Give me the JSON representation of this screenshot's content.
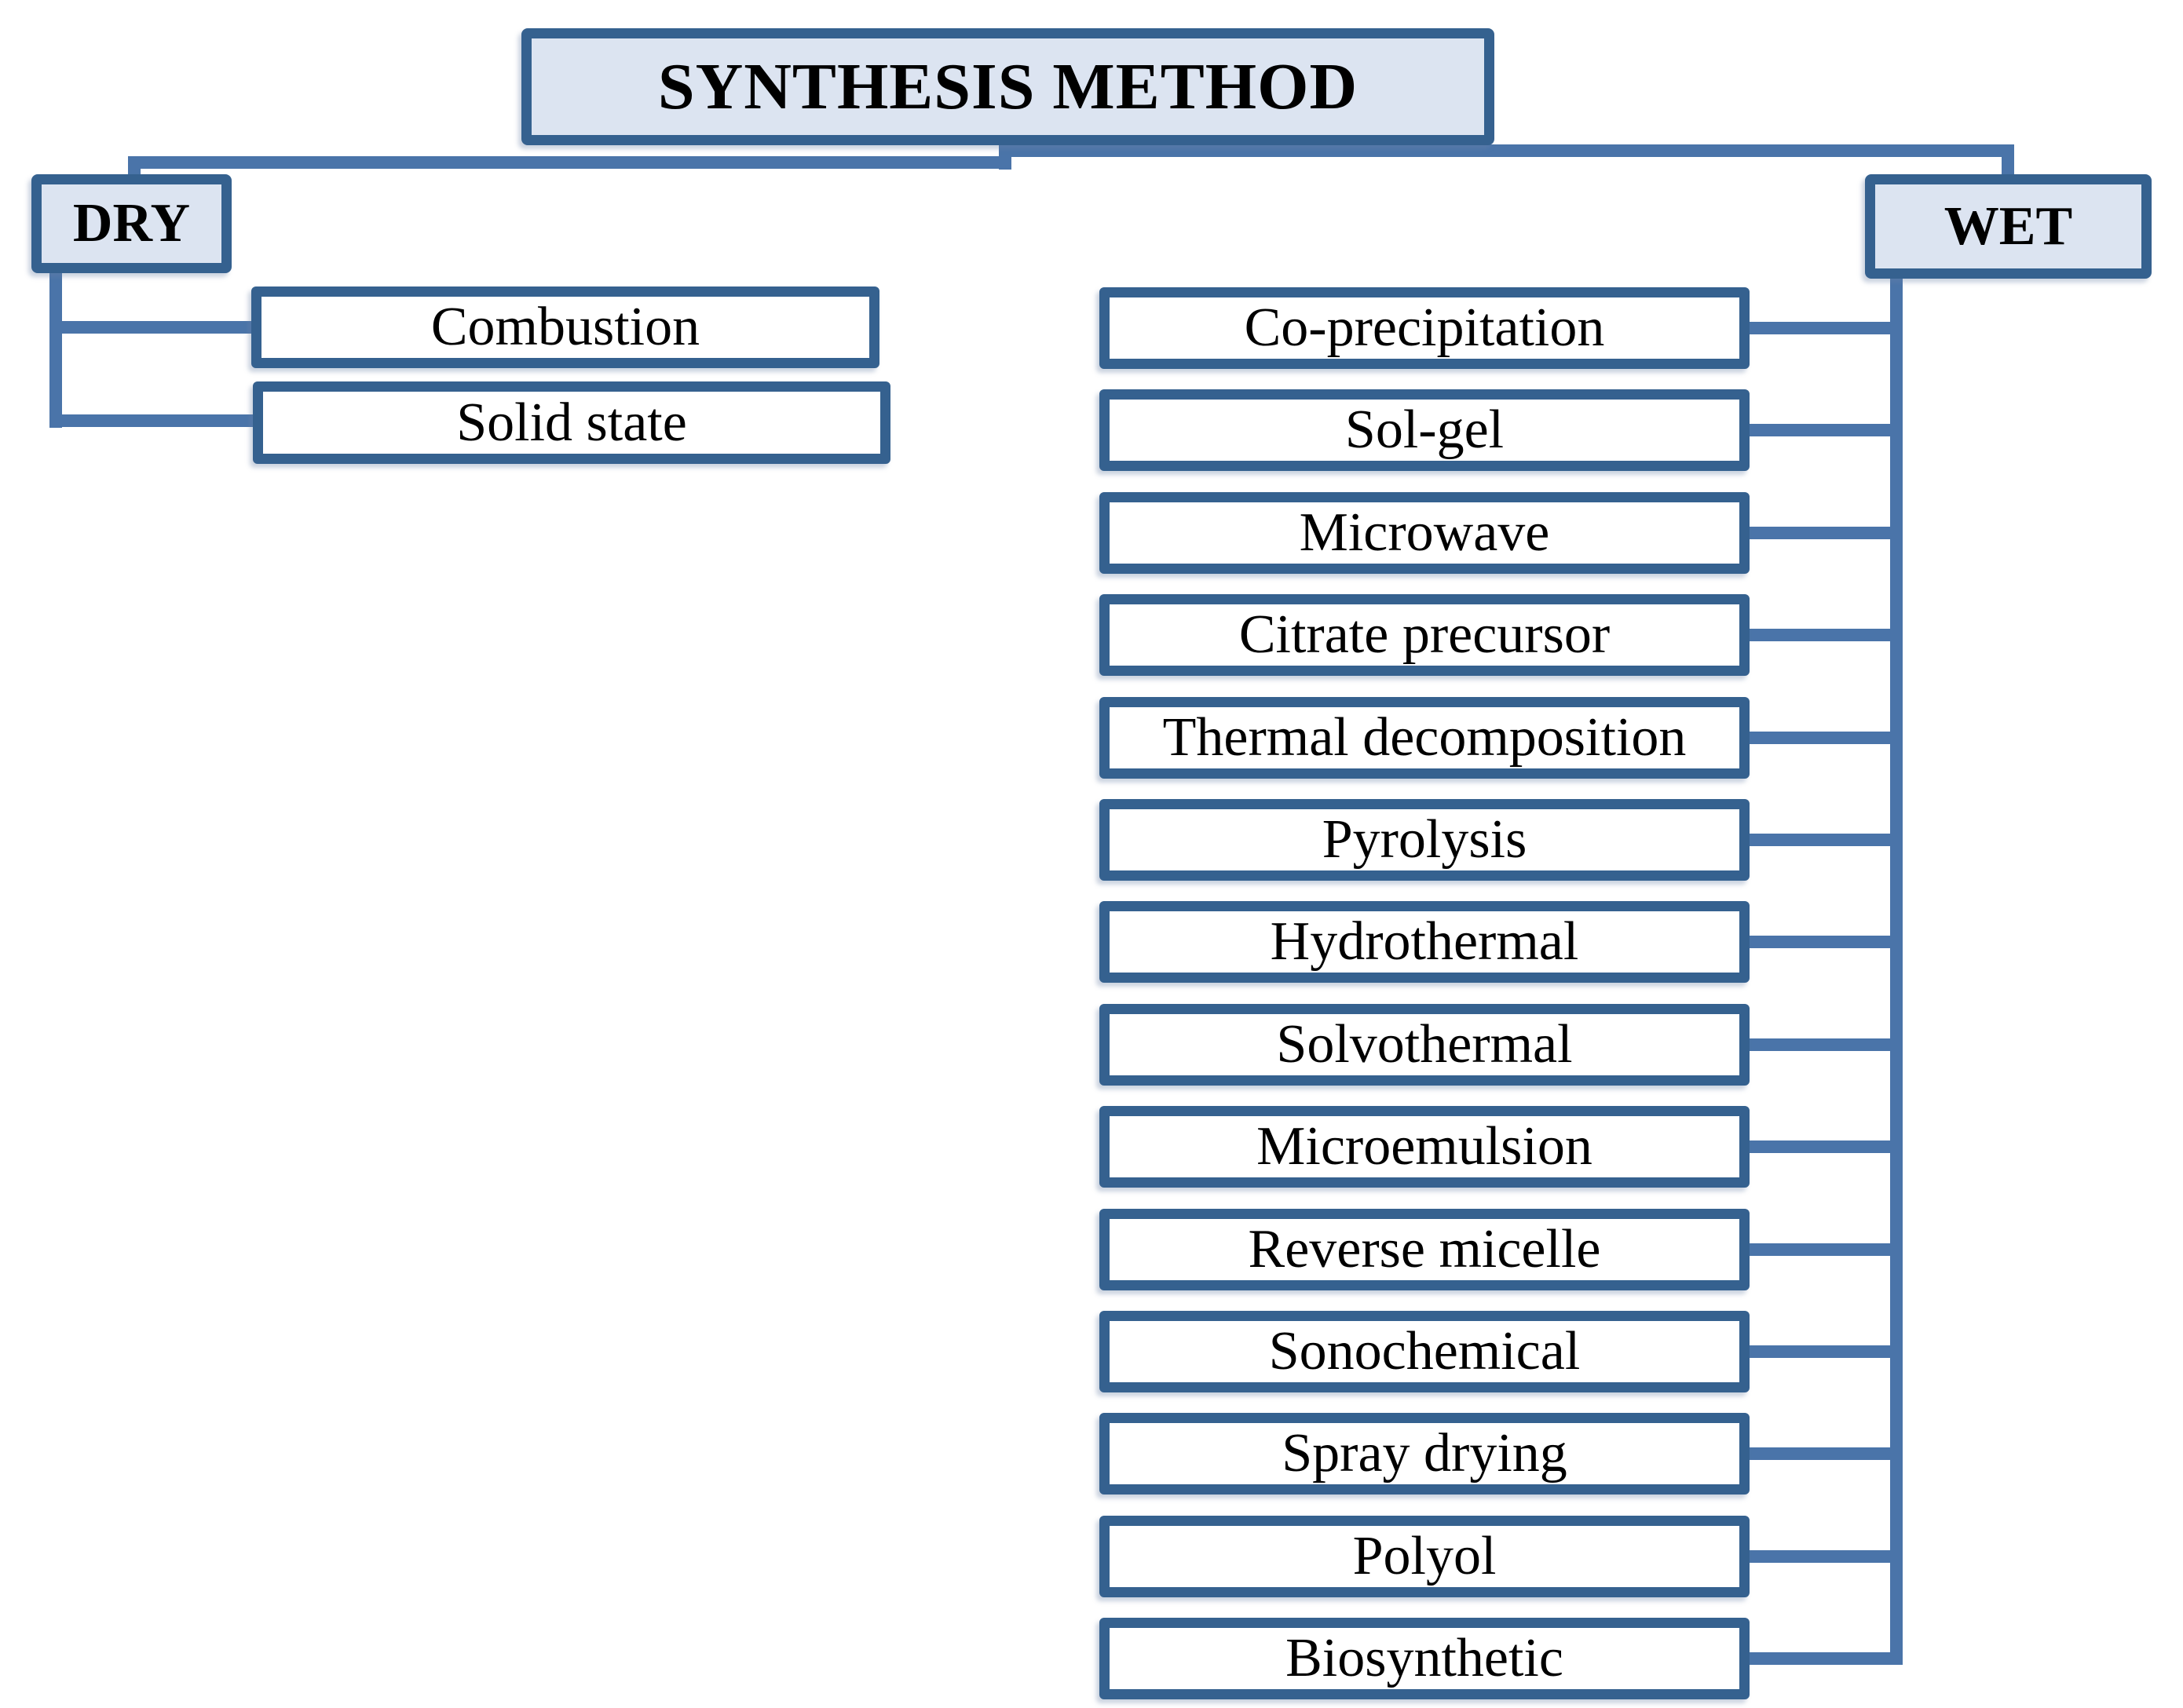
{
  "diagram": {
    "title": "SYNTHESIS METHOD",
    "branches": [
      {
        "label": "DRY",
        "children": [
          "Combustion",
          "Solid state"
        ]
      },
      {
        "label": "WET",
        "children": [
          "Co-precipitation",
          "Sol-gel",
          "Microwave",
          "Citrate precursor",
          "Thermal decomposition",
          "Pyrolysis",
          "Hydrothermal",
          "Solvothermal",
          "Microemulsion",
          "Reverse micelle",
          "Sonochemical",
          "Spray drying",
          "Polyol",
          "Biosynthetic"
        ]
      }
    ],
    "colors": {
      "connector_line": "#4a74a9",
      "box_border": "#35618f",
      "header_fill": "#dce4f1",
      "leaf_fill": "#ffffff",
      "text": "#000000"
    }
  }
}
